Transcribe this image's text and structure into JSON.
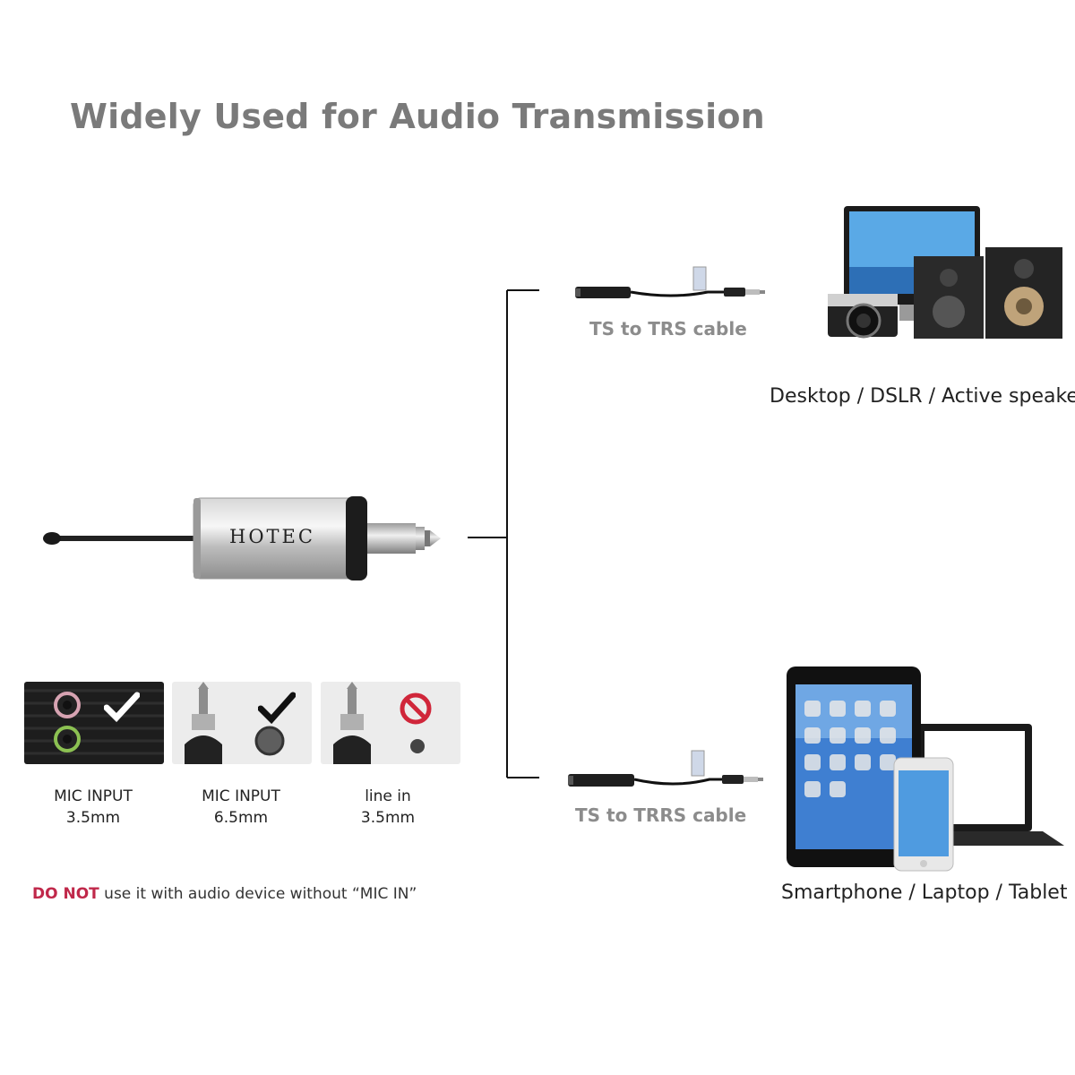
{
  "title": "Widely Used for Audio Transmission",
  "transmitter": {
    "brand": "HOTEC"
  },
  "cables": [
    {
      "label": "TS to TRS cable"
    },
    {
      "label": "TS to TRRS cable"
    }
  ],
  "devices": [
    {
      "label": "Desktop / DSLR / Active speaker"
    },
    {
      "label": "Smartphone / Laptop / Tablet"
    }
  ],
  "ports": [
    {
      "line1": "MIC INPUT",
      "line2": "3.5mm",
      "status": "supported"
    },
    {
      "line1": "MIC INPUT",
      "line2": "6.5mm",
      "status": "supported"
    },
    {
      "line1": "line in",
      "line2": "3.5mm",
      "status": "not-supported"
    }
  ],
  "warning": {
    "strong": "DO NOT",
    "rest": " use it with audio device without “MIC IN”"
  },
  "colors": {
    "title": "#7a7a7a",
    "warning": "#c0284a",
    "prohibited": "#d0263a"
  }
}
